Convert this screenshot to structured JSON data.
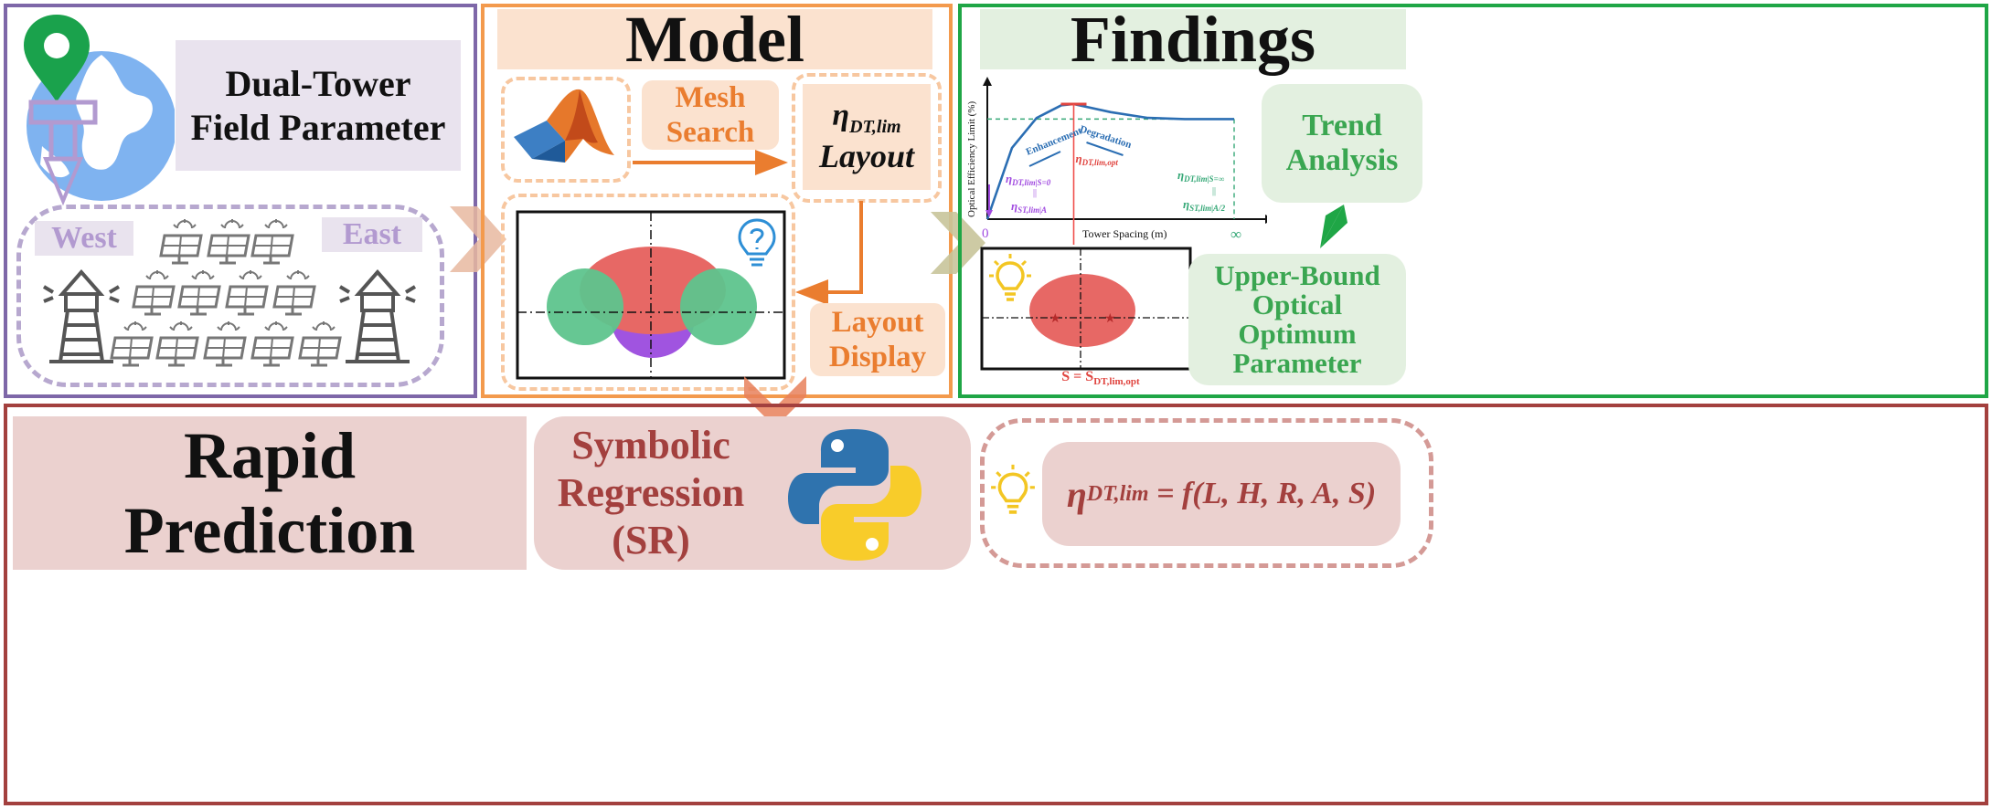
{
  "colors": {
    "purple": "#7e67a8",
    "orange": "#f39a4d",
    "green": "#1fa646",
    "maroon": "#a3403e",
    "matlab_orange": "#ea7d2f",
    "red_curve": "#f0504c",
    "blue_curve": "#2b6eb3",
    "violet_text": "#a14be0",
    "teal_text": "#36a877",
    "green_text": "#3aa651",
    "rapid_bg": "#ebd1cf",
    "model_title_bg": "#fbe2cf",
    "findings_title_bg": "#e3f0e0"
  },
  "icons": {
    "location_pin": "location-pin-icon",
    "globe": "globe-icon",
    "tower": "solar-tower-icon",
    "heliostat": "heliostat-icon",
    "matlab": "matlab-logo-icon",
    "lightbulb_question": "lightbulb-question-icon",
    "lightbulb": "lightbulb-icon",
    "python": "python-logo-icon"
  },
  "field_panel": {
    "title_line1": "Dual-Tower",
    "title_line2": "Field Parameter",
    "west_label": "West",
    "east_label": "East"
  },
  "model_panel": {
    "title": "Model",
    "mesh_search_line1": "Mesh",
    "mesh_search_line2": "Search",
    "eta_label": "η",
    "eta_sub": "DT,lim",
    "layout_label": "Layout",
    "layout_display_line1": "Layout",
    "layout_display_line2": "Display"
  },
  "findings_panel": {
    "title": "Findings",
    "y_axis_label": "Optical Efficiency Limit (%)",
    "x_axis_label": "Tower Spacing (m)",
    "x_tick_zero": "0",
    "x_tick_inf": "∞",
    "enhancement_label": "Enhancement",
    "degradation_label": "Degradation",
    "eta_opt_label": "η",
    "eta_opt_sub": "DT,lim,opt",
    "eta_s0_label": "η",
    "eta_s0_sub": "DT,lim",
    "eta_s0_cond": "S=0",
    "eta_st_a_label": "η",
    "eta_st_a_sub": "ST,lim",
    "eta_st_a_cond": "A",
    "eta_sinf_label": "η",
    "eta_sinf_sub": "DT,lim",
    "eta_sinf_cond": "S=∞",
    "eta_st_a2_label": "η",
    "eta_st_a2_sub": "ST,lim",
    "eta_st_a2_cond": "A/2",
    "equals_sign": "||",
    "s_eq_prefix": "S = S",
    "s_eq_sub": "DT,lim,opt",
    "trend_line1": "Trend",
    "trend_line2": "Analysis",
    "upper_line1": "Upper-Bound",
    "upper_line2": "Optical",
    "upper_line3": "Optimum",
    "upper_line4": "Parameter",
    "curve": {
      "x": [
        0,
        0.1,
        0.2,
        0.3,
        0.35,
        0.5,
        0.65,
        0.8,
        1.0
      ],
      "y": [
        0.0,
        0.62,
        0.88,
        0.99,
        1.0,
        0.93,
        0.88,
        0.87,
        0.87
      ],
      "asymptote": 0.87,
      "peak_x": 0.35
    }
  },
  "rapid_panel": {
    "title_line1": "Rapid",
    "title_line2": "Prediction",
    "sr_line1": "Symbolic",
    "sr_line2": "Regression",
    "sr_line3": "(SR)",
    "formula_eta": "η",
    "formula_sub": "DT,lim",
    "formula_rest": " = f(L, H, R, A, S)"
  }
}
